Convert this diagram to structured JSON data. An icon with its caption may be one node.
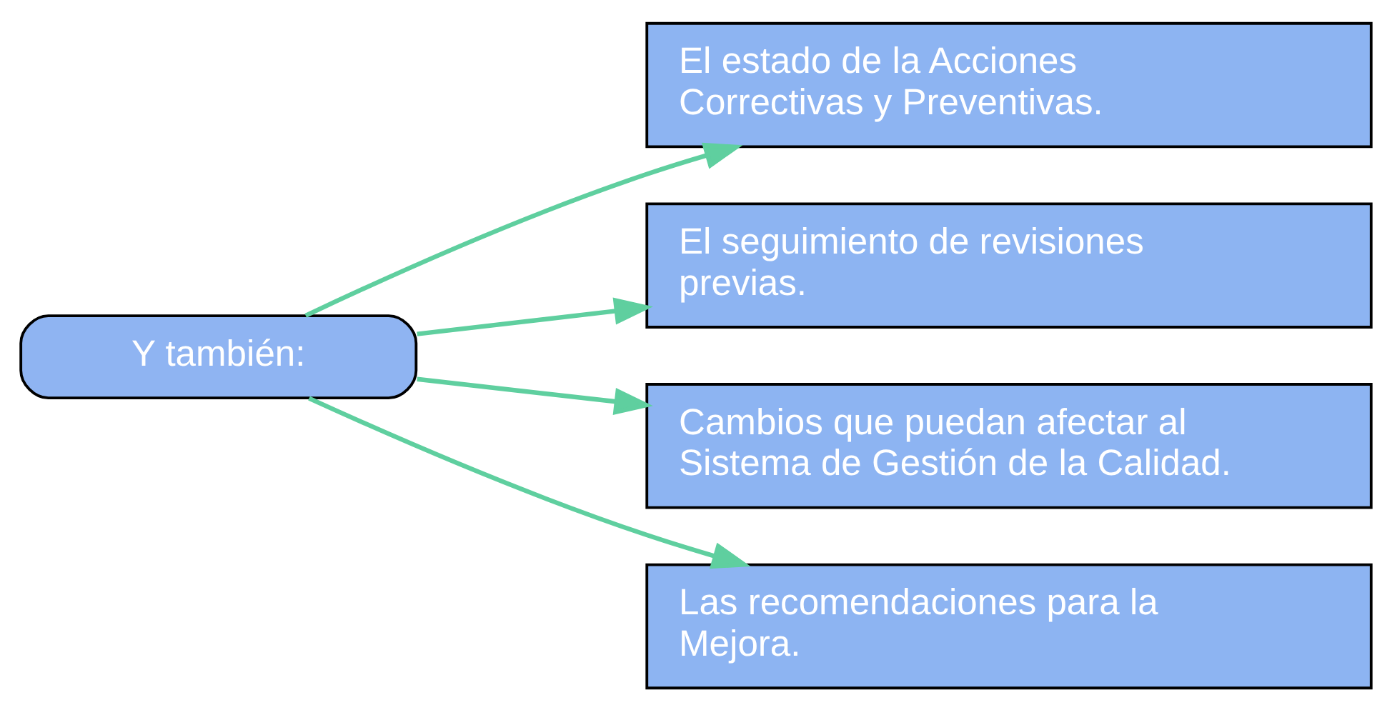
{
  "diagram": {
    "nodes": [
      {
        "text": [
          "Y también:"
        ]
      },
      {
        "text": [
          "El estado de la Acciones Correctivas y Preventivas."
        ]
      },
      {
        "text": [
          "El seguimiento de revisiones previas."
        ]
      },
      {
        "text": [
          "Cambios que puedan afectar al Sistema de Gestión de la Calidad."
        ]
      },
      {
        "text": [
          "Las recomendaciones para la Mejora."
        ]
      }
    ],
    "edges": [
      {
        "from": 0,
        "to": 1,
        "arrow": "to"
      },
      {
        "from": 0,
        "to": 2,
        "arrow": "to"
      },
      {
        "from": 0,
        "to": 3,
        "arrow": "to"
      },
      {
        "from": 0,
        "to": 4,
        "arrow": "to"
      }
    ]
  }
}
